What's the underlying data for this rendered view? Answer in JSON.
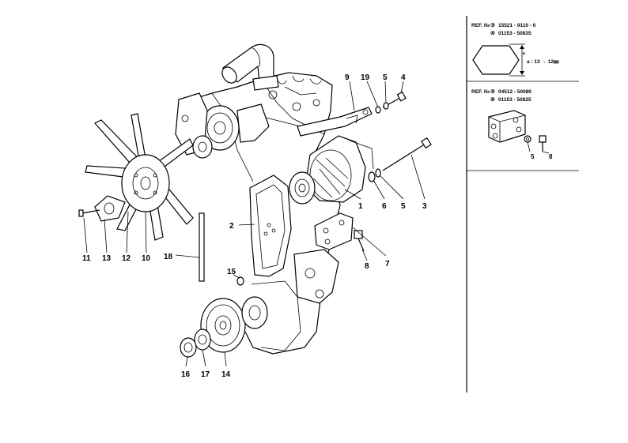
{
  "callouts": [
    {
      "id": "1",
      "label": "1"
    },
    {
      "id": "2",
      "label": "2"
    },
    {
      "id": "3",
      "label": "3"
    },
    {
      "id": "4",
      "label": "4"
    },
    {
      "id": "5a",
      "label": "5"
    },
    {
      "id": "5b",
      "label": "5"
    },
    {
      "id": "6",
      "label": "6"
    },
    {
      "id": "7",
      "label": "7"
    },
    {
      "id": "8",
      "label": "8"
    },
    {
      "id": "9",
      "label": "9"
    },
    {
      "id": "10",
      "label": "10"
    },
    {
      "id": "11",
      "label": "11"
    },
    {
      "id": "12",
      "label": "12"
    },
    {
      "id": "13",
      "label": "13"
    },
    {
      "id": "14",
      "label": "14"
    },
    {
      "id": "15",
      "label": "15"
    },
    {
      "id": "16",
      "label": "16"
    },
    {
      "id": "17",
      "label": "17"
    },
    {
      "id": "18",
      "label": "18"
    },
    {
      "id": "19",
      "label": "19"
    }
  ],
  "ref_box_1": {
    "ref_label": "REF. №",
    "line1_num": "③",
    "line1_part": "15521 - 9110 - 0",
    "line2_num": "④",
    "line2_part": "01153 - 50835",
    "dimension": "a : 13 → 12㎜",
    "dim_letter": "a"
  },
  "ref_box_2": {
    "ref_label": "REF. №",
    "line1_num": "⑤",
    "line1_part": "04512 - 50080",
    "line2_num": "⑥",
    "line2_part": "01153 - 50825",
    "callout_a": "5",
    "callout_b": "8"
  }
}
